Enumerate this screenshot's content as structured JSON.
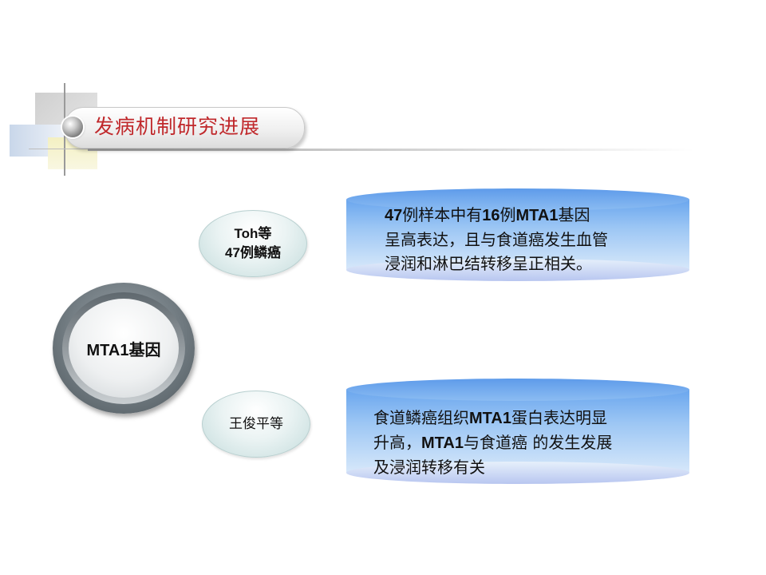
{
  "title": "发病机制研究进展",
  "hub": {
    "label": "MTA1基因"
  },
  "nodes": [
    {
      "line1": "Toh等",
      "line2": "47例鳞癌"
    },
    {
      "label": "王俊平等"
    }
  ],
  "findings": [
    {
      "seg1": "47",
      "seg2": "例样本中有",
      "seg3": "16",
      "seg4": "例",
      "seg5": "MTA1",
      "seg6": "基因",
      "line2": "呈高表达，且与食道癌发生血管",
      "line3": "浸润和淋巴结转移呈正相关。"
    },
    {
      "seg1": "食道鳞癌组织",
      "seg2": "MTA1",
      "seg3": "蛋白表达明显",
      "seg4": "升高，",
      "seg5": "MTA1",
      "seg6": "与食道癌 的发生发展",
      "line3": "及浸润转移有关"
    }
  ],
  "colors": {
    "title_text": "#c0282b",
    "cylinder_top": "#5e9bea",
    "cylinder_bottom": "#d7e8fa",
    "oval_fill": "#c4dcdc",
    "hub_ring": "#6d777d"
  }
}
